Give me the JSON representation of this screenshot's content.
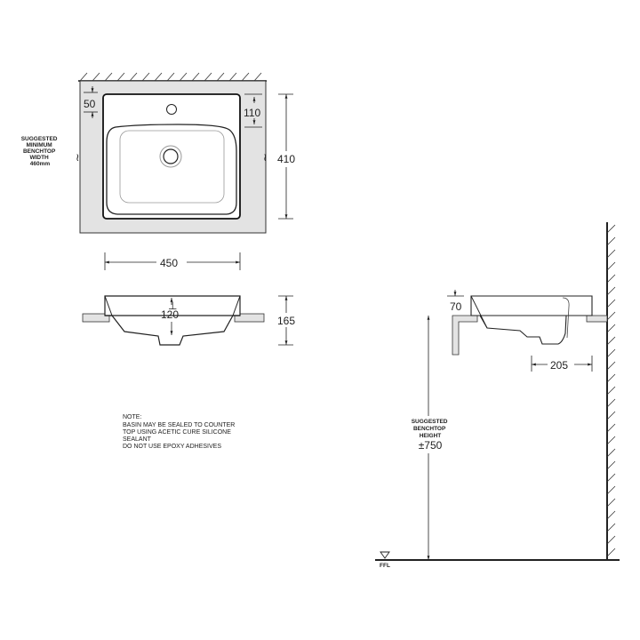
{
  "plan_view": {
    "dim_width": "450",
    "dim_depth": "410",
    "dim_tap_offset_back": "50",
    "dim_tap_offset_side": "110",
    "benchtop_label": [
      "SUGGESTED",
      "MINIMUM",
      "BENCHTOP",
      "WIDTH",
      "460mm"
    ]
  },
  "front_elevation": {
    "dim_bowl_depth": "120",
    "dim_total_height": "165"
  },
  "side_elevation": {
    "dim_rim_height": "70",
    "dim_waste_to_wall": "205",
    "height_label": [
      "SUGGESTED",
      "BENCHTOP",
      "HEIGHT"
    ],
    "height_value": "±750",
    "floor_label": "FFL"
  },
  "note": {
    "lines": [
      "NOTE:",
      "BASIN MAY BE SEALED TO COUNTER",
      "TOP USING ACETIC CURE SILICONE",
      "SEALANT",
      "DO NOT USE EPOXY ADHESIVES"
    ]
  },
  "colors": {
    "benchtop_fill": "#e3e3e3",
    "line": "#222222",
    "background": "#ffffff"
  }
}
